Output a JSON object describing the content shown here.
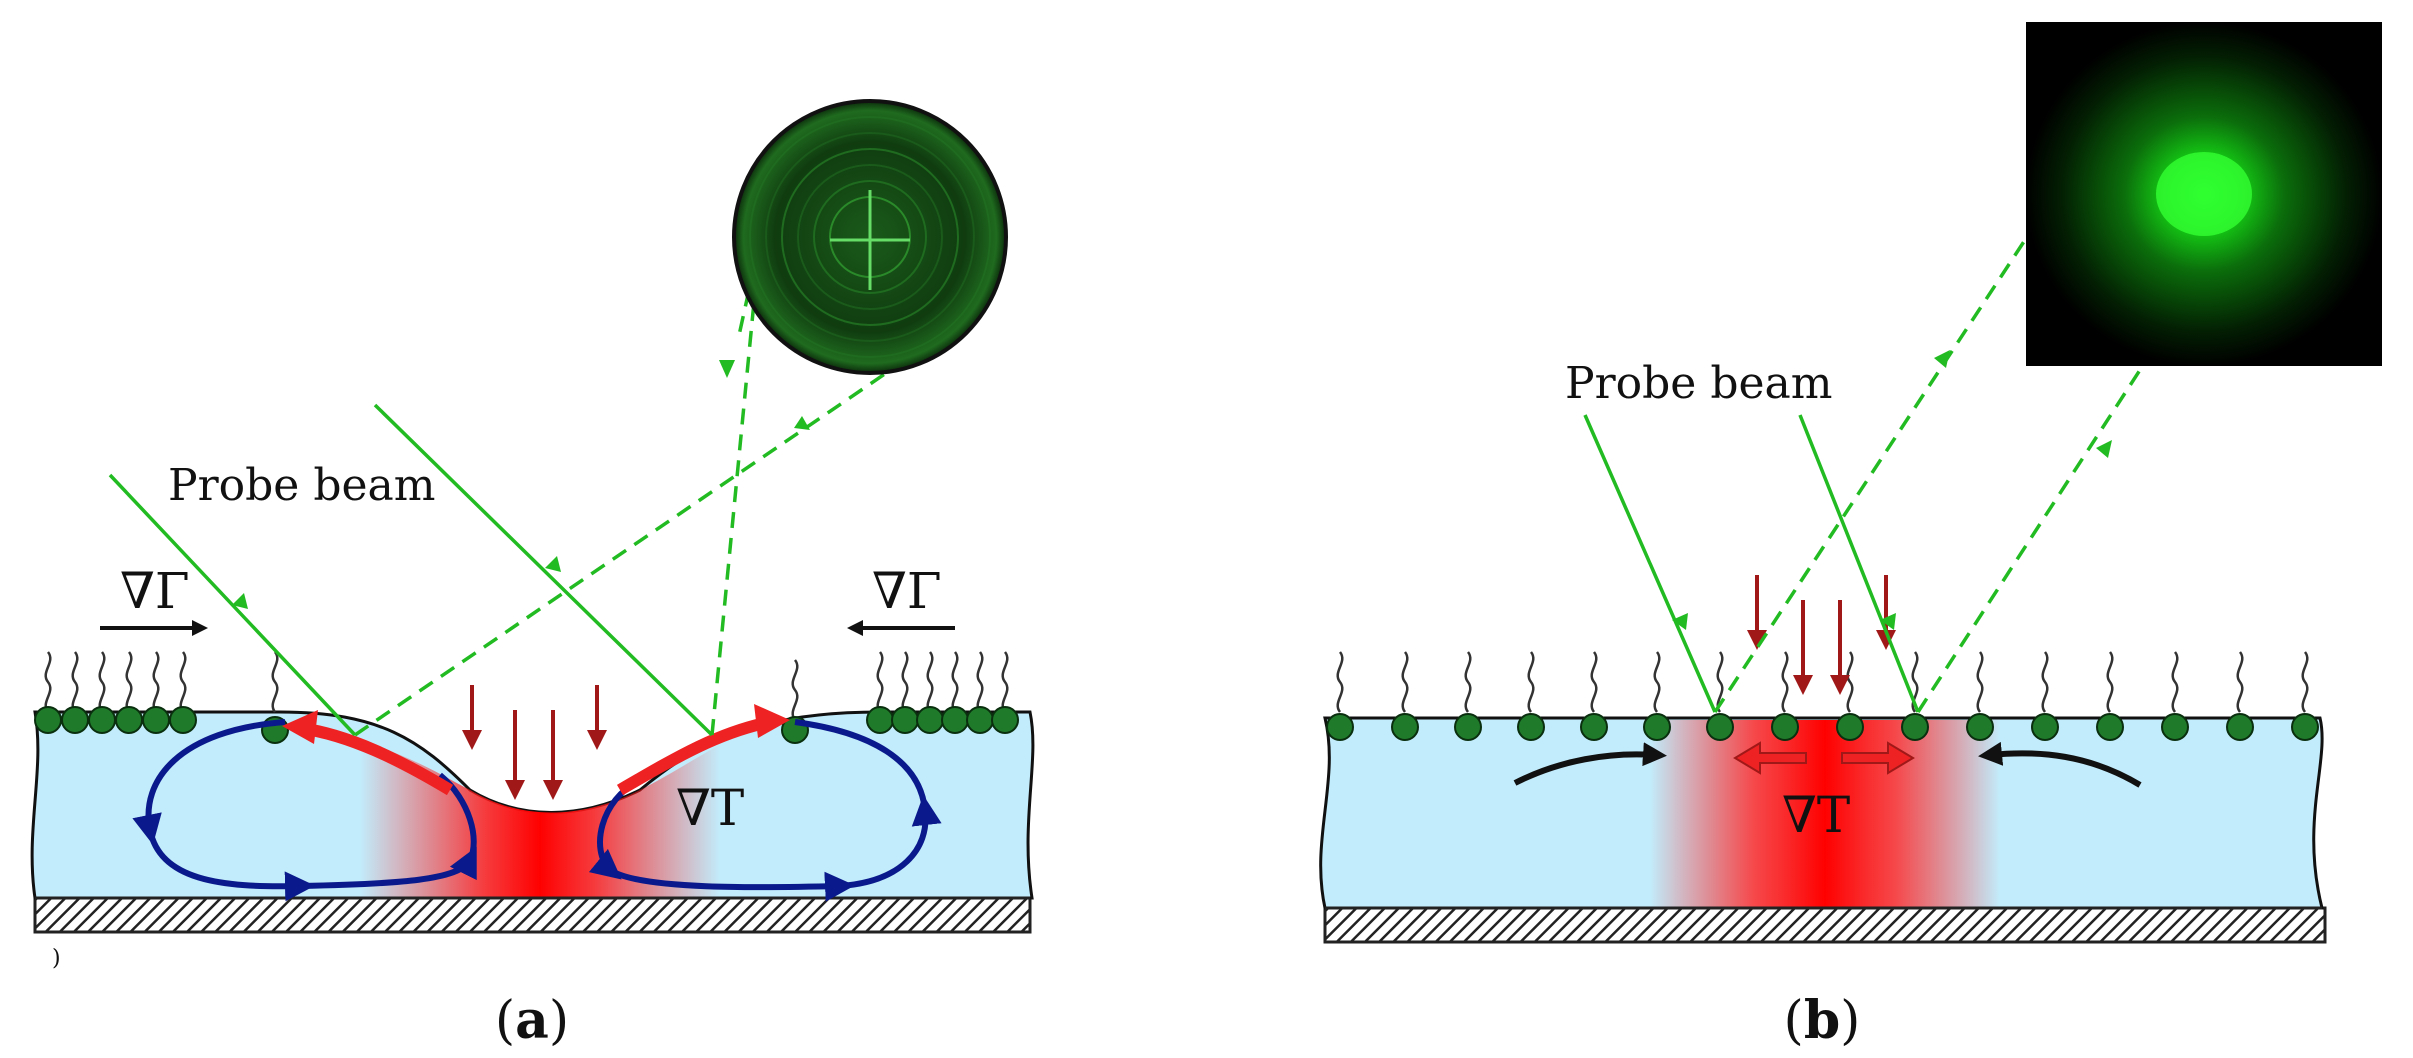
{
  "colors": {
    "liquid": "#c2ecfb",
    "heat": "#ff1a1a",
    "beam": "#22bb22",
    "surfactant": "#1f7a2a",
    "flow": "#0a1a8c",
    "heat_arrow": "#a01818",
    "marangoni_arrow": "#ee2222"
  },
  "panel_a": {
    "probe_label": "Probe beam",
    "surface_gradient_left": "∇Γ",
    "surface_gradient_right": "∇Γ",
    "temperature_gradient": "∇T",
    "stray_mark": ")",
    "caption_open": "(",
    "caption_letter": "a",
    "caption_close": ")",
    "inset": "interference-ring-pattern"
  },
  "panel_b": {
    "probe_label": "Probe beam",
    "temperature_gradient": "∇T",
    "caption_open": "(",
    "caption_letter": "b",
    "caption_close": ")",
    "inset": "green-diffuse-spot"
  }
}
